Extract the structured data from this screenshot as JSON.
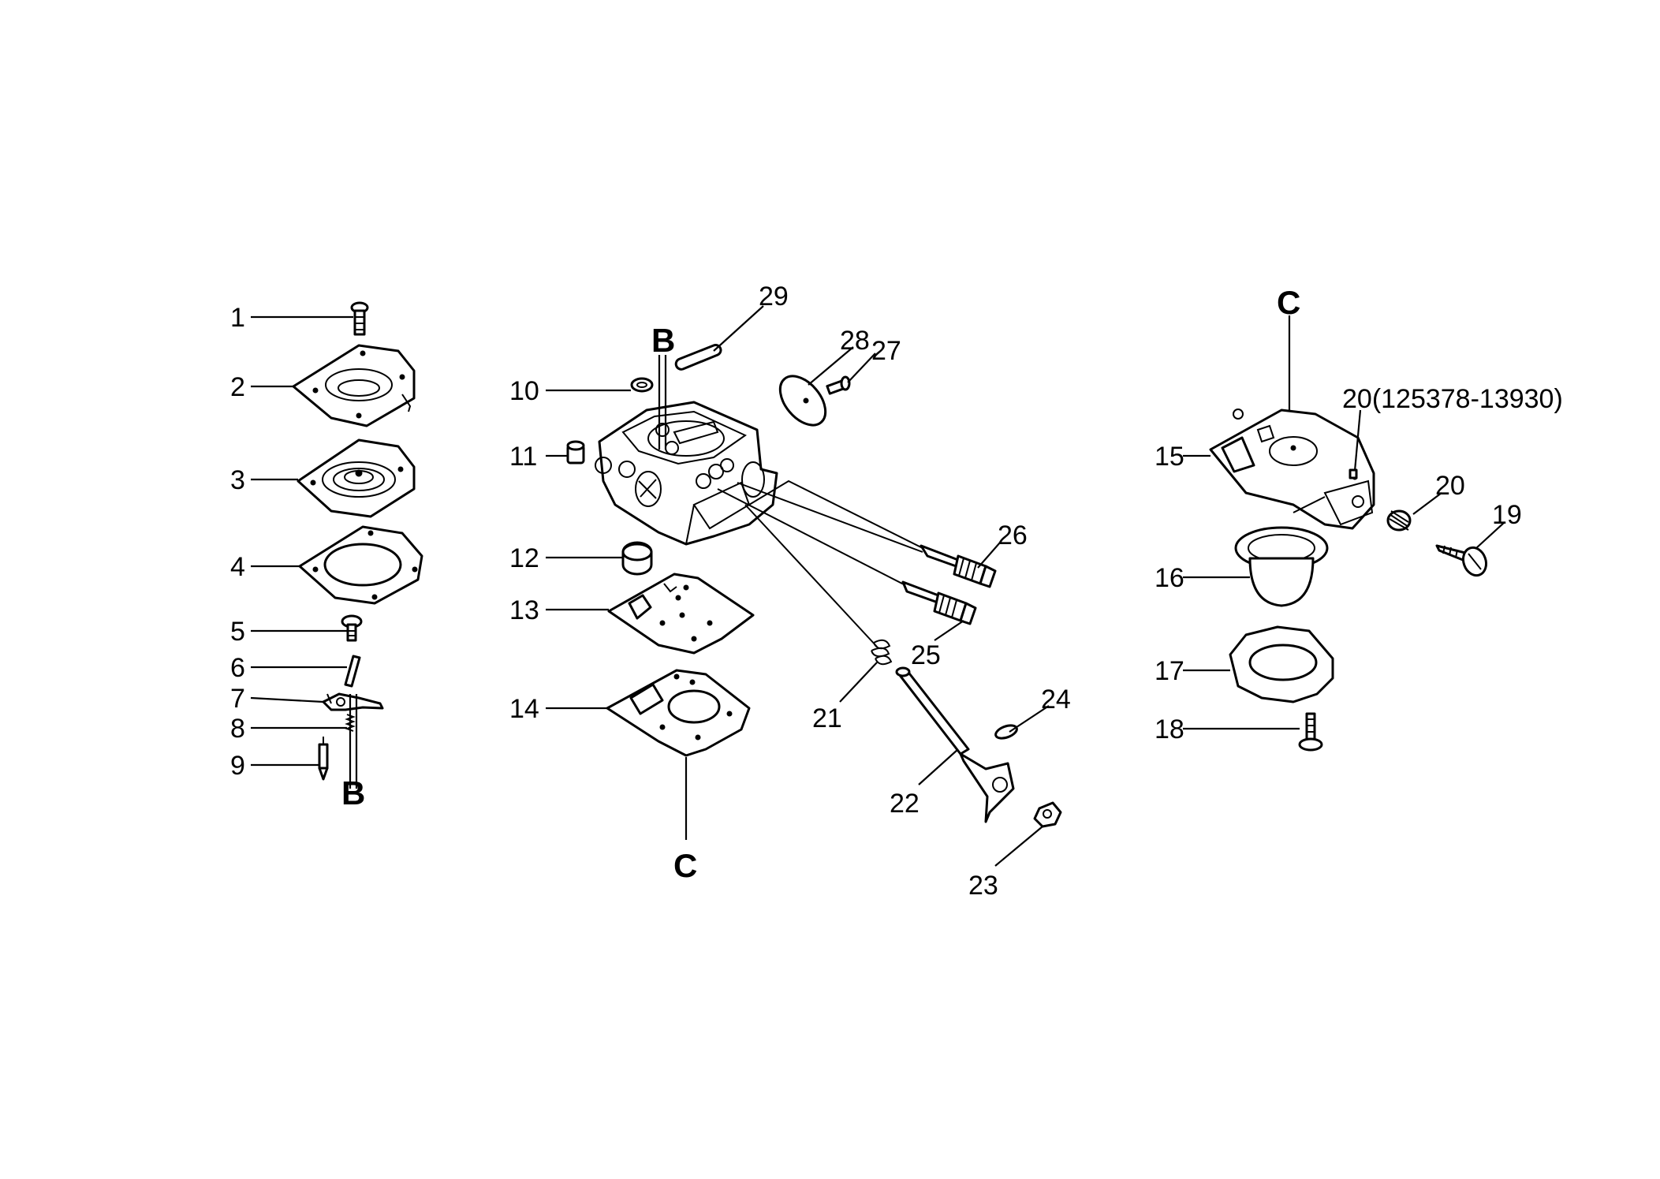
{
  "labels": {
    "n1": "1",
    "n2": "2",
    "n3": "3",
    "n4": "4",
    "n5": "5",
    "n6": "6",
    "n7": "7",
    "n8": "8",
    "n9": "9",
    "n10": "10",
    "n11": "11",
    "n12": "12",
    "n13": "13",
    "n14": "14",
    "n15": "15",
    "n16": "16",
    "n17": "17",
    "n18": "18",
    "n19": "19",
    "n20": "20",
    "n20b": "20(125378-13930)",
    "n21": "21",
    "n22": "22",
    "n23": "23",
    "n24": "24",
    "n25": "25",
    "n26": "26",
    "n27": "27",
    "n28": "28",
    "n29": "29"
  },
  "refs": {
    "B": "B",
    "C": "C"
  }
}
